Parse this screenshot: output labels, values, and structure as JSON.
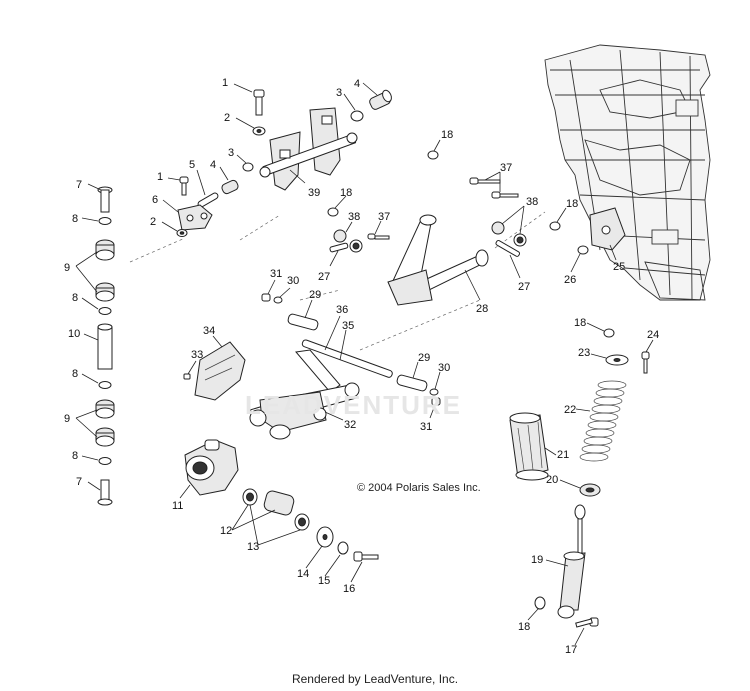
{
  "copyright": "© 2004 Polaris Sales Inc.",
  "rendered_by": "Rendered by LeadVenture, Inc.",
  "watermark": "LEADVENTURE",
  "callouts": [
    {
      "n": "1"
    },
    {
      "n": "2"
    },
    {
      "n": "3"
    },
    {
      "n": "4"
    },
    {
      "n": "1"
    },
    {
      "n": "5"
    },
    {
      "n": "4"
    },
    {
      "n": "3"
    },
    {
      "n": "39"
    },
    {
      "n": "18"
    },
    {
      "n": "7"
    },
    {
      "n": "6"
    },
    {
      "n": "2"
    },
    {
      "n": "8"
    },
    {
      "n": "9"
    },
    {
      "n": "8"
    },
    {
      "n": "10"
    },
    {
      "n": "8"
    },
    {
      "n": "9"
    },
    {
      "n": "8"
    },
    {
      "n": "7"
    },
    {
      "n": "18"
    },
    {
      "n": "38"
    },
    {
      "n": "37"
    },
    {
      "n": "37"
    },
    {
      "n": "38"
    },
    {
      "n": "18"
    },
    {
      "n": "27"
    },
    {
      "n": "31"
    },
    {
      "n": "30"
    },
    {
      "n": "29"
    },
    {
      "n": "36"
    },
    {
      "n": "35"
    },
    {
      "n": "34"
    },
    {
      "n": "33"
    },
    {
      "n": "28"
    },
    {
      "n": "27"
    },
    {
      "n": "26"
    },
    {
      "n": "25"
    },
    {
      "n": "18"
    },
    {
      "n": "24"
    },
    {
      "n": "23"
    },
    {
      "n": "22"
    },
    {
      "n": "29"
    },
    {
      "n": "30"
    },
    {
      "n": "31"
    },
    {
      "n": "32"
    },
    {
      "n": "21"
    },
    {
      "n": "20"
    },
    {
      "n": "11"
    },
    {
      "n": "12"
    },
    {
      "n": "13"
    },
    {
      "n": "14"
    },
    {
      "n": "15"
    },
    {
      "n": "16"
    },
    {
      "n": "19"
    },
    {
      "n": "18"
    },
    {
      "n": "17"
    }
  ]
}
